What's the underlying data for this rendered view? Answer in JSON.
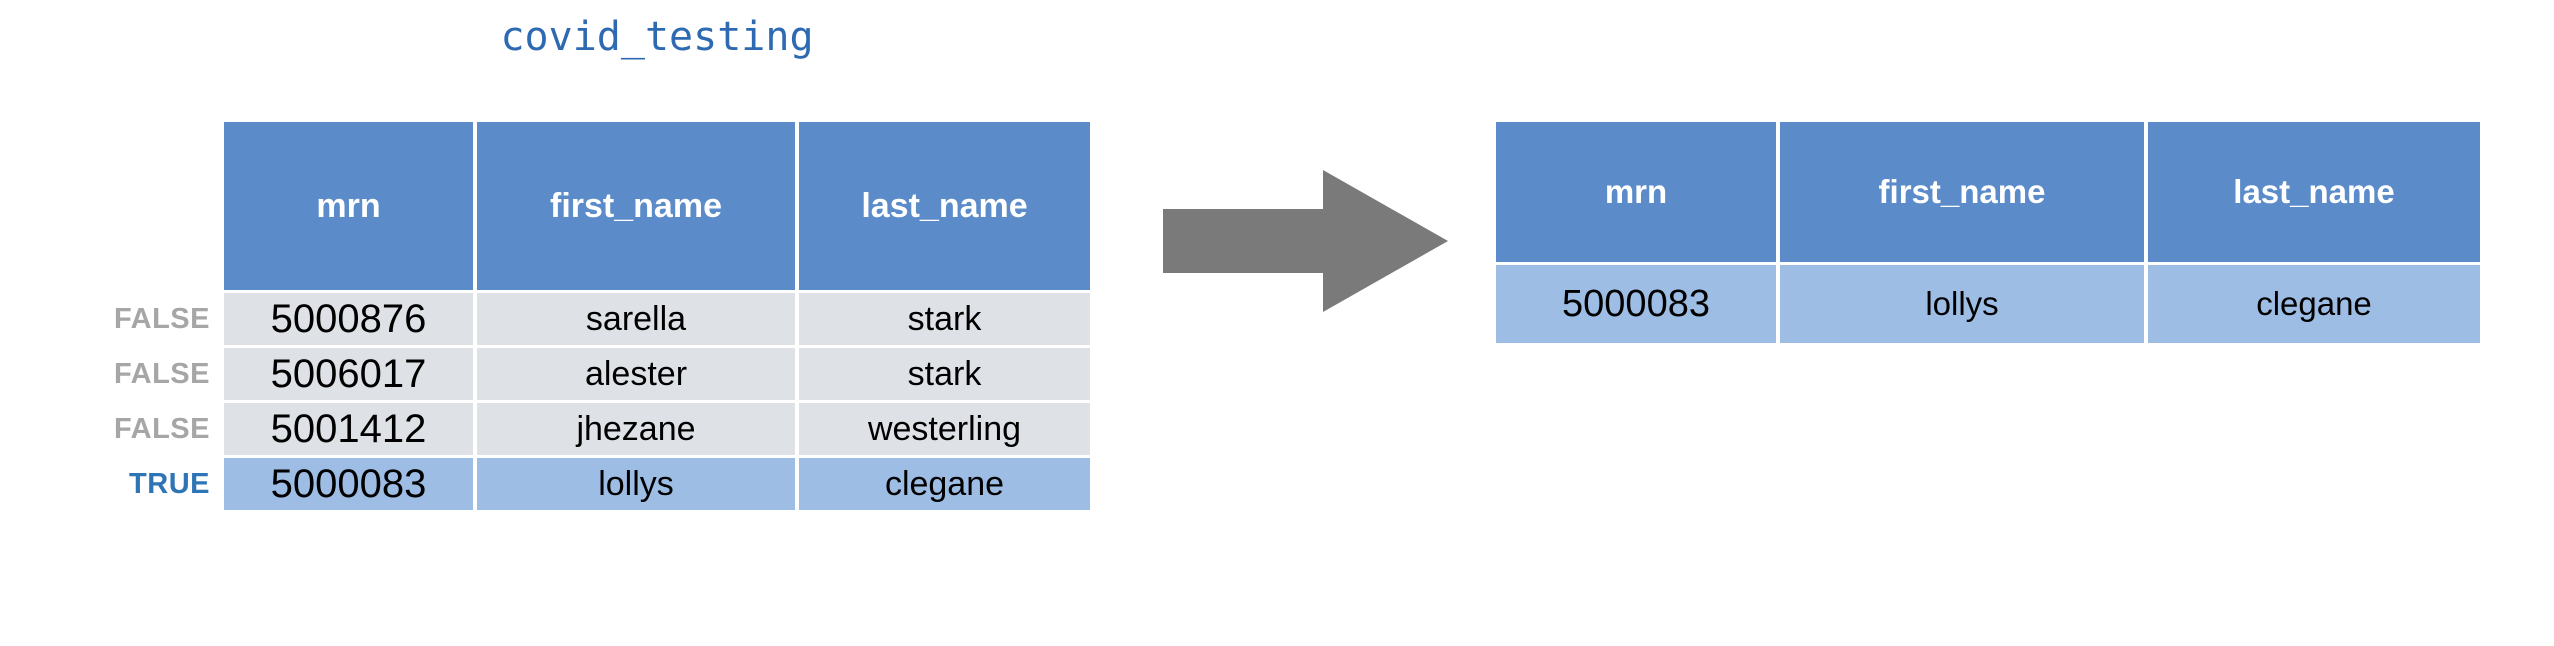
{
  "colors": {
    "title": "#2e6ab1",
    "header_fill": "#5b8bc9",
    "row_fill": "#dee2e6",
    "highlight_fill": "#9dbde4",
    "arrow": "#7a7a7a",
    "false_label": "#a6a6a6",
    "true_label": "#2e75b6"
  },
  "source": {
    "title": "covid_testing",
    "columns": [
      "mrn",
      "first_name",
      "last_name"
    ],
    "rows": [
      {
        "flag": "FALSE",
        "highlight": false,
        "cells": [
          "5000876",
          "sarella",
          "stark"
        ]
      },
      {
        "flag": "FALSE",
        "highlight": false,
        "cells": [
          "5006017",
          "alester",
          "stark"
        ]
      },
      {
        "flag": "FALSE",
        "highlight": false,
        "cells": [
          "5001412",
          "jhezane",
          "westerling"
        ]
      },
      {
        "flag": "TRUE",
        "highlight": true,
        "cells": [
          "5000083",
          "lollys",
          "clegane"
        ]
      }
    ]
  },
  "arrow": {
    "icon": "arrow-right-icon",
    "direction": "right"
  },
  "result": {
    "columns": [
      "mrn",
      "first_name",
      "last_name"
    ],
    "rows": [
      {
        "highlight": true,
        "cells": [
          "5000083",
          "lollys",
          "clegane"
        ]
      }
    ]
  }
}
